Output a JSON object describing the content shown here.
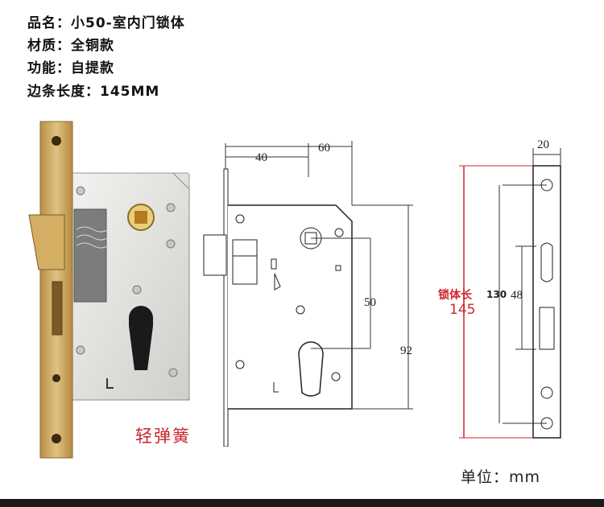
{
  "specs": [
    {
      "label": "品名：",
      "value": "小50-室内门锁体"
    },
    {
      "label": "材质：",
      "value": "全铜款"
    },
    {
      "label": "功能：",
      "value": "自提款"
    },
    {
      "label": "边条长度：",
      "value": "145MM"
    }
  ],
  "photo_caption": "轻弹簧",
  "front_drawing": {
    "dim_backset": "40",
    "dim_width": "60",
    "dim_center": "50",
    "dim_height": "92"
  },
  "side_drawing": {
    "dim_thickness": "20",
    "faceplate_label": "锁体长",
    "faceplate_length": "145",
    "dim_hole_spacing": "130",
    "dim_slot": "48"
  },
  "unit_label": "单位：mm",
  "colors": {
    "brass": "#c9a35a",
    "accent_red": "#d0242c",
    "steel": "#e4e4e2"
  }
}
